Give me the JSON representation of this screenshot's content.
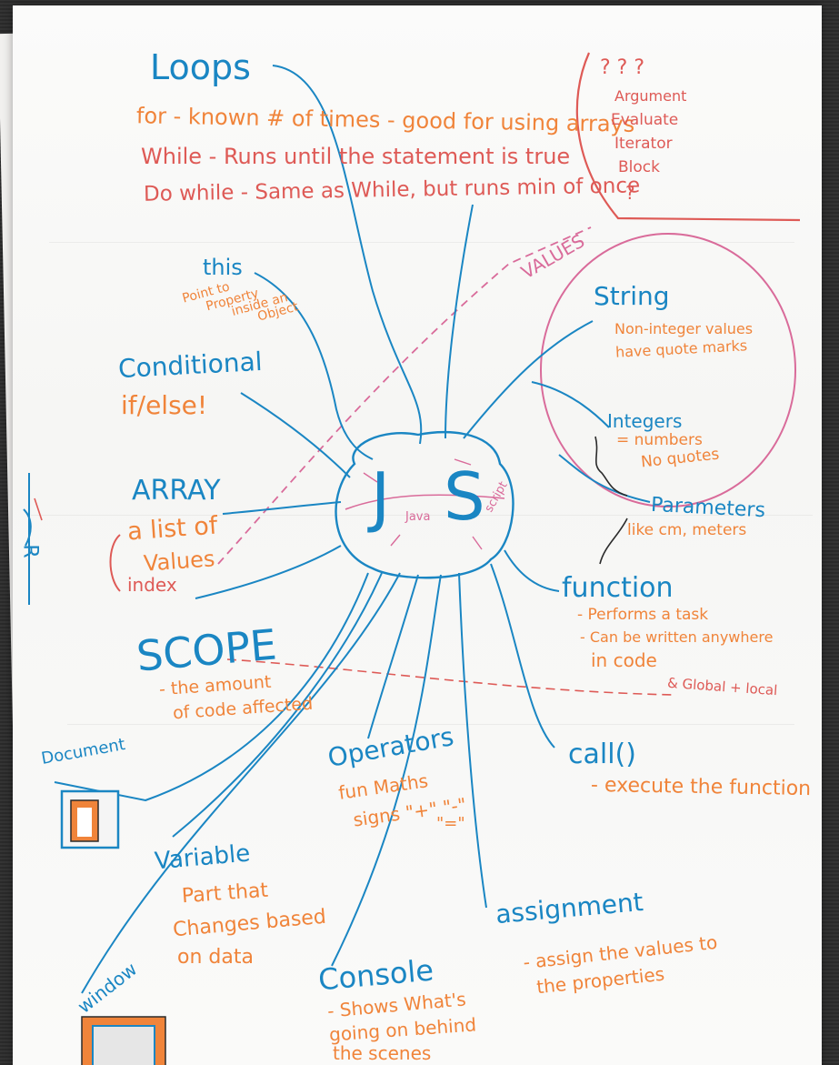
{
  "colors": {
    "blue_marker": "#1a86c3",
    "orange_marker": "#f0843a",
    "red_marker": "#de5a56",
    "pink_marker": "#d96b9a"
  },
  "center": {
    "left": "J",
    "right": "S",
    "small_left": "Java",
    "small_right": "script"
  },
  "loops": {
    "title": "Loops",
    "lines": [
      "for - known # of times - good for using arrays",
      "While - Runs until the statement is true",
      "Do while - Same as While, but runs min of once"
    ]
  },
  "side_note": {
    "marks": "? ? ?",
    "items": [
      "Argument",
      "Evaluate",
      "Iterator",
      "Block"
    ],
    "end_mark": "?"
  },
  "values_label": "VALUES",
  "this_node": {
    "title": "this",
    "note_lines": [
      "Point to",
      "Property",
      "inside an",
      "Object"
    ]
  },
  "conditional": {
    "title": "Conditional",
    "note": "if/else!"
  },
  "array": {
    "title": "ARRAY",
    "note_lines": [
      "a list of",
      "Values",
      "index"
    ]
  },
  "scope": {
    "title": "SCOPE",
    "note_lines": [
      "- the amount",
      "of code affected"
    ]
  },
  "document_label": "Document",
  "variable": {
    "title_lines": [
      "Variable"
    ],
    "note_lines": [
      "Part that",
      "Changes based",
      "on data"
    ]
  },
  "window_label": "window",
  "operators": {
    "title": "Operators",
    "note_lines": [
      "fun Maths",
      "signs \"+\" \"-\"",
      "\"=\""
    ]
  },
  "console": {
    "title": "Console",
    "note_lines": [
      "- Shows What's",
      "going on behind",
      "the scenes"
    ]
  },
  "string": {
    "title": "String",
    "note_lines": [
      "Non-integer values",
      "have quote marks"
    ]
  },
  "integers": {
    "title": "Integers",
    "note_lines": [
      "= numbers",
      "No quotes"
    ]
  },
  "parameters": {
    "title": "Parameters",
    "note": "like cm, meters"
  },
  "function": {
    "title": "function",
    "note_lines": [
      "- Performs a task",
      "- Can be written anywhere",
      "in code"
    ],
    "scope_note": "& Global + local"
  },
  "call": {
    "title": "call()",
    "note": "- execute the function"
  },
  "assignment": {
    "title": "assignment",
    "note_lines": [
      "- assign the values to",
      "the properties"
    ]
  },
  "edge_marks": "R"
}
